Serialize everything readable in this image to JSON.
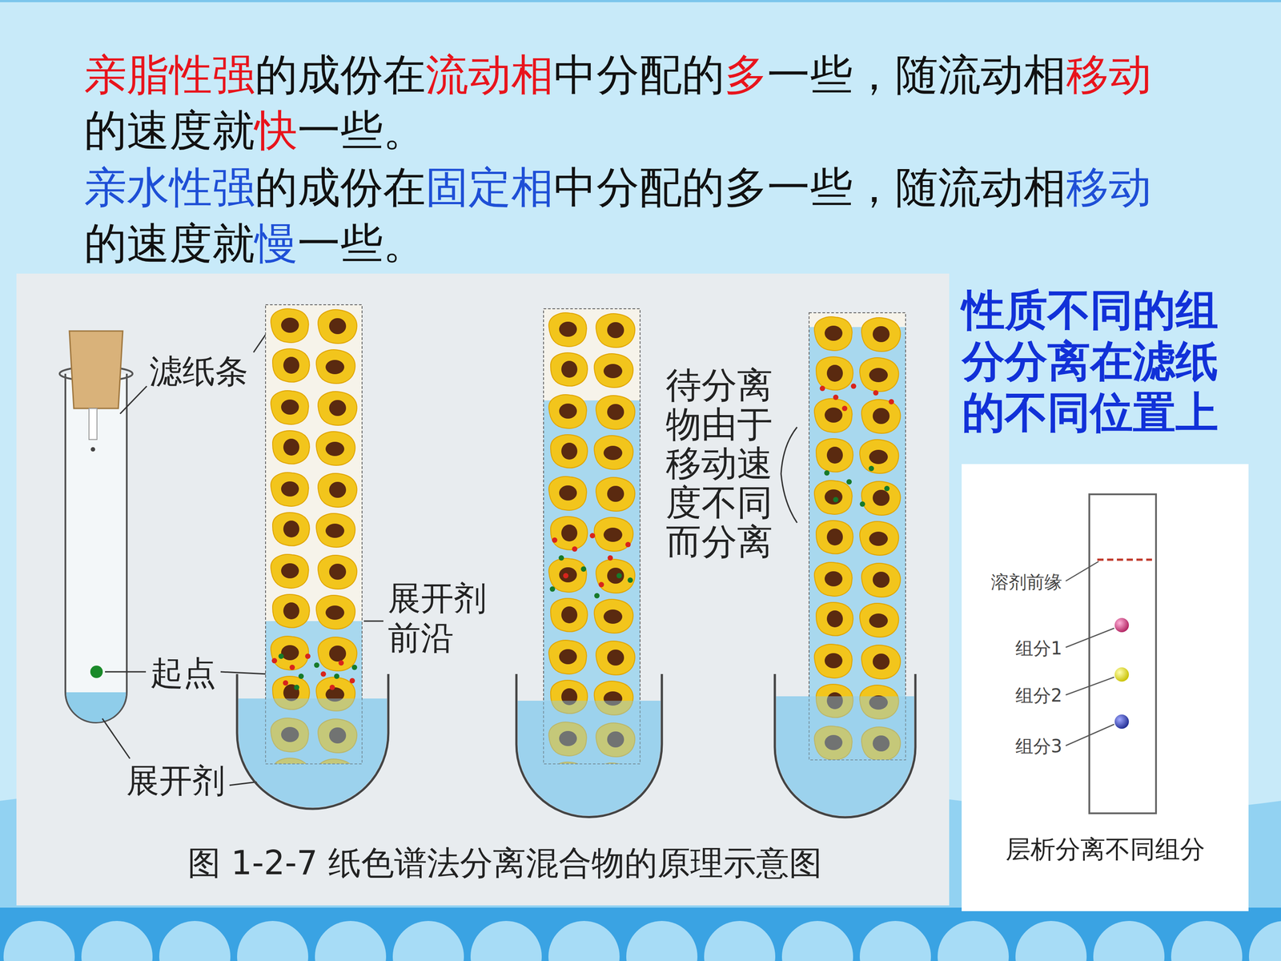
{
  "diagram": {
    "caption": "图 1-2-7 纸色谱法分离混合物的原理示意图",
    "labels": [
      "亲脂性强",
      "的成份在",
      "流动相",
      "中分配的",
      "多",
      "一些，随流动相",
      "移动",
      "的速度就",
      "快",
      "一些。",
      "亲水性强",
      "的成份在",
      "固定相",
      "中分配的多一些，随流动相",
      "移动",
      "的速度就",
      "慢",
      "一些。",
      "性质不同的组分分离在滤纸的不同位置上",
      "滤纸条",
      "展开剂 前沿",
      "待分离 物由于 移动速 度不同 而分离",
      "起点",
      "展开剂",
      "溶剂前缘",
      "组分1",
      "组分2",
      "组分3",
      "层析分离不同组分"
    ]
  }
}
